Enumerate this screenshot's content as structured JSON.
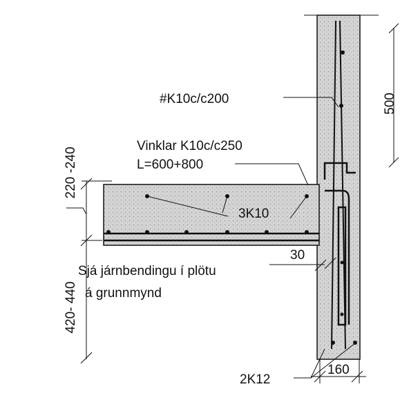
{
  "annotations": {
    "top_rebar": "#K10c/c200",
    "hook_bars_line1": "Vinklar K10c/c250",
    "hook_bars_line2": "L=600+800",
    "slab_bars": "3K10",
    "cover": "30",
    "note_line1": "Sjá járnbendingu í plötu",
    "note_line2": "á grunnmynd",
    "bottom_bars": "2K12"
  },
  "dimensions": {
    "wall_lap": "500",
    "slab_thickness": "220 -240",
    "lower_height": "420- 440",
    "wall_width": "160"
  },
  "colors": {
    "line": "#111111",
    "concrete": "#d9d9d9"
  }
}
